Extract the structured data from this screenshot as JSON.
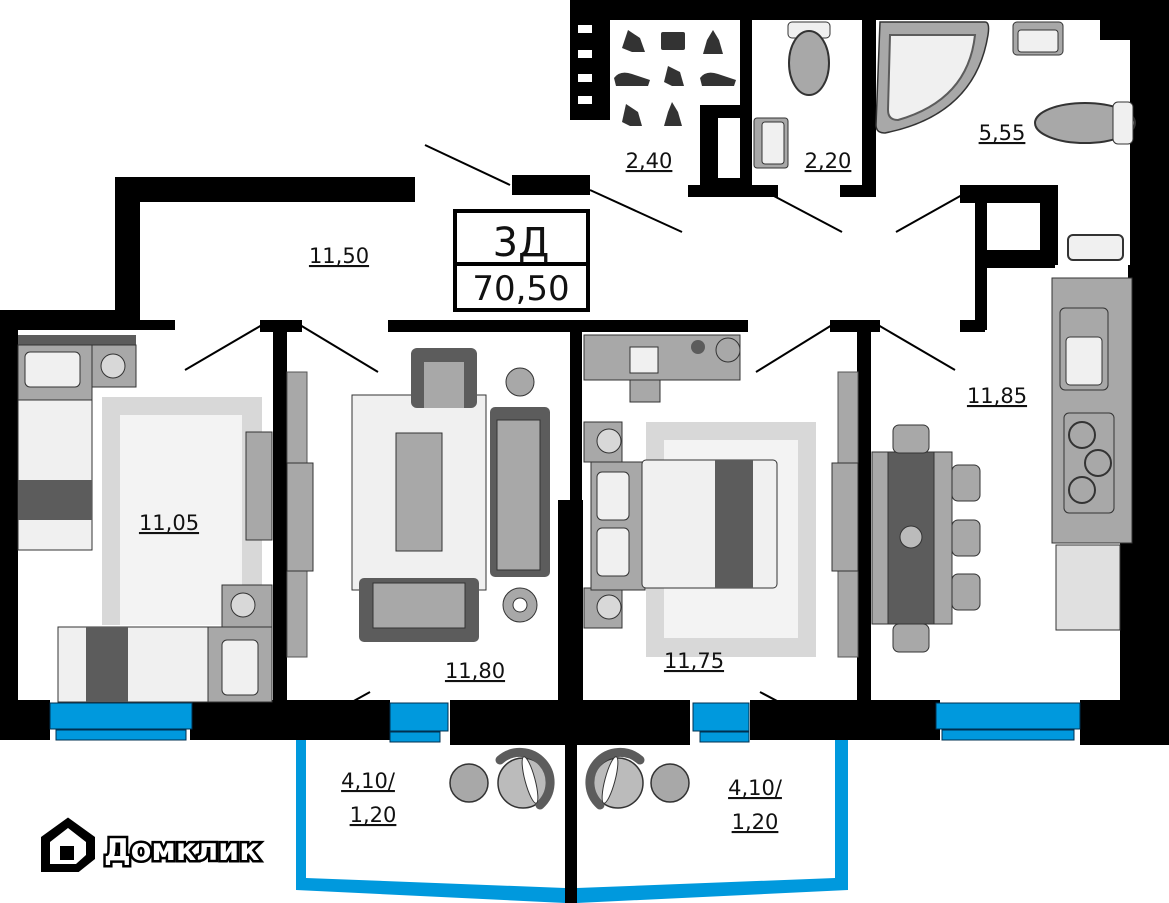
{
  "apartment": {
    "type": "3Д",
    "total_area": "70,50"
  },
  "rooms": [
    {
      "id": "hallway",
      "name": "hallway",
      "area": "11,50"
    },
    {
      "id": "wardrobe",
      "name": "wardrobe",
      "area": "2,40"
    },
    {
      "id": "wc",
      "name": "toilet",
      "area": "2,20"
    },
    {
      "id": "bathroom",
      "name": "bathroom",
      "area": "5,55"
    },
    {
      "id": "bedroom-left",
      "name": "children bedroom",
      "area": "11,05"
    },
    {
      "id": "living-room",
      "name": "living room",
      "area": "11,80"
    },
    {
      "id": "bedroom-master",
      "name": "master bedroom",
      "area": "11,75"
    },
    {
      "id": "kitchen",
      "name": "kitchen",
      "area": "11,85"
    },
    {
      "id": "balcony-left",
      "name": "loggia",
      "area_line1": "4,10/",
      "area_line2": "1,20"
    },
    {
      "id": "balcony-right",
      "name": "loggia",
      "area_line1": "4,10/",
      "area_line2": "1,20"
    }
  ],
  "brand": {
    "name": "Домклик"
  },
  "colors": {
    "wall": "#000000",
    "window": "#0099dd",
    "furniture_dark": "#5c5c5c",
    "furniture_mid": "#a8a8a8",
    "furniture_light": "#f0f0f0",
    "rug": "#d8d8d8"
  }
}
